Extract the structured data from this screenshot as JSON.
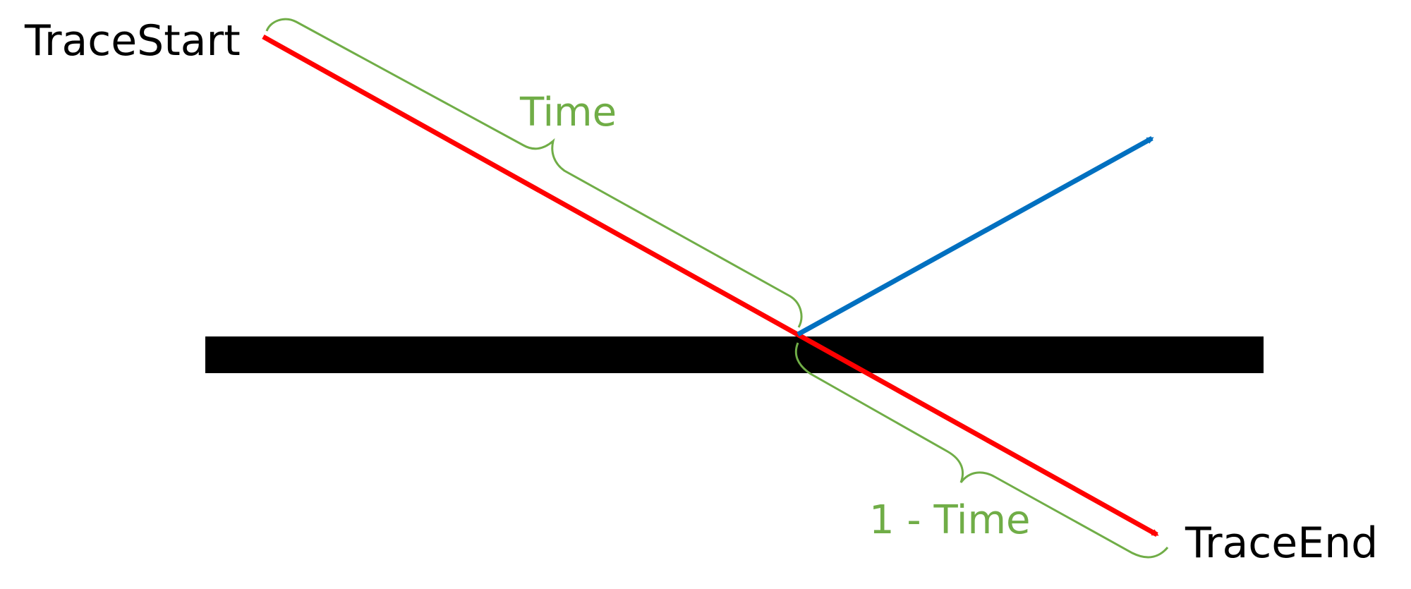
{
  "labels": {
    "trace_start": "TraceStart",
    "trace_end": "TraceEnd",
    "time": "Time",
    "one_minus_time": "1 - Time"
  },
  "colors": {
    "trace": "#ff0000",
    "reflection": "#0070c0",
    "brace": "#70ad47",
    "surface": "#000000",
    "text": "#000000"
  }
}
